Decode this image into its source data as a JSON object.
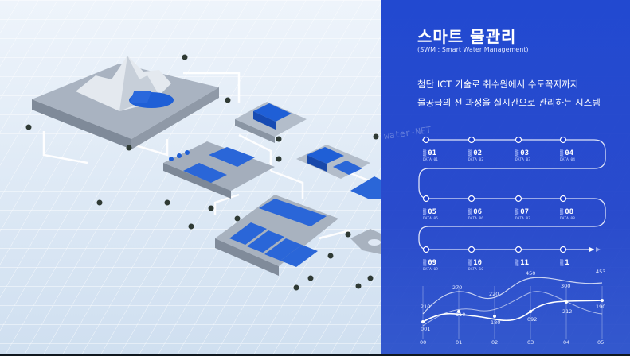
{
  "panel": {
    "title": "스마트 물관리",
    "subtitle": "(SWM : Smart Water Management)",
    "description_line1": "첨단 ICT 기술로 취수원에서 수도꼭지까지",
    "description_line2": "물공급의 전 과정을 실시간으로 관리하는 시스템",
    "background_word": "water-NET"
  },
  "steps": [
    {
      "num": "01",
      "tag": "DATA 01"
    },
    {
      "num": "02",
      "tag": "DATA 02"
    },
    {
      "num": "03",
      "tag": "DATA 03"
    },
    {
      "num": "04",
      "tag": "DATA 04"
    },
    {
      "num": "05",
      "tag": "DATA 05"
    },
    {
      "num": "06",
      "tag": "DATA 06"
    },
    {
      "num": "07",
      "tag": "DATA 07"
    },
    {
      "num": "08",
      "tag": "DATA 08"
    },
    {
      "num": "09",
      "tag": "DATA 09"
    },
    {
      "num": "10",
      "tag": "DATA 10"
    },
    {
      "num": "11",
      "tag": ""
    },
    {
      "num": "1",
      "tag": ""
    }
  ],
  "wave": {
    "point_labels": [
      "001",
      "210",
      "110",
      "270",
      "180",
      "220",
      "092",
      "450",
      "212",
      "300",
      "190",
      "453"
    ],
    "x_labels": [
      "00",
      "01",
      "02",
      "03",
      "04",
      "05"
    ]
  },
  "colors": {
    "panel": "#1a3ccd",
    "scene_bg": "#dfeaf6",
    "building": "#1f5fd6",
    "platform": "#9aa7b8"
  }
}
